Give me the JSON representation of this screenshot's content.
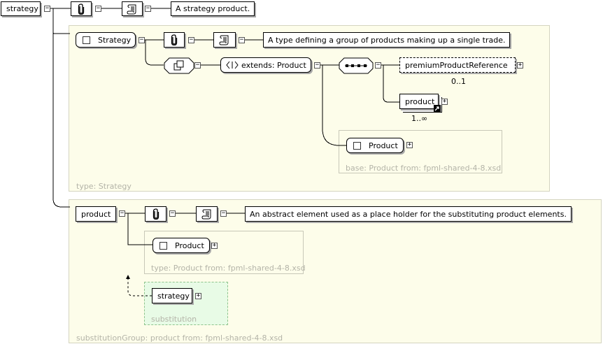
{
  "root": {
    "name": "strategy",
    "doc": "A strategy product."
  },
  "strategy_type": {
    "name": "Strategy",
    "doc": "A type defining a group of products making up a single trade.",
    "extends_label": "extends: Product",
    "type_caption": "type: Strategy",
    "children": [
      {
        "name": "premiumProductReference",
        "multiplicity": "0..1"
      },
      {
        "name": "product",
        "multiplicity": "1..∞"
      }
    ],
    "base": {
      "name": "Product",
      "caption": "base: Product from: fpml-shared-4-8.xsd"
    }
  },
  "product_element": {
    "name": "product",
    "doc": "An abstract element used as a place holder for the substituting product elements.",
    "type_name": "Product",
    "type_caption": "type: Product from: fpml-shared-4-8.xsd",
    "substitution": {
      "name": "strategy",
      "caption": "substitution"
    },
    "group_caption": "substitutionGroup: product from: fpml-shared-4-8.xsd"
  },
  "icons": {
    "expand": "+",
    "collapse": "−",
    "annotation": "paperclip-icon",
    "documentation": "scroll-icon",
    "sequence": "sequence-icon",
    "choice": "choice-icon",
    "extension": "extension-icon"
  },
  "colors": {
    "panel_bg": "#fdfdea",
    "substitution_bg": "#e8fbe6",
    "caption_grey": "#b4b4a8"
  }
}
